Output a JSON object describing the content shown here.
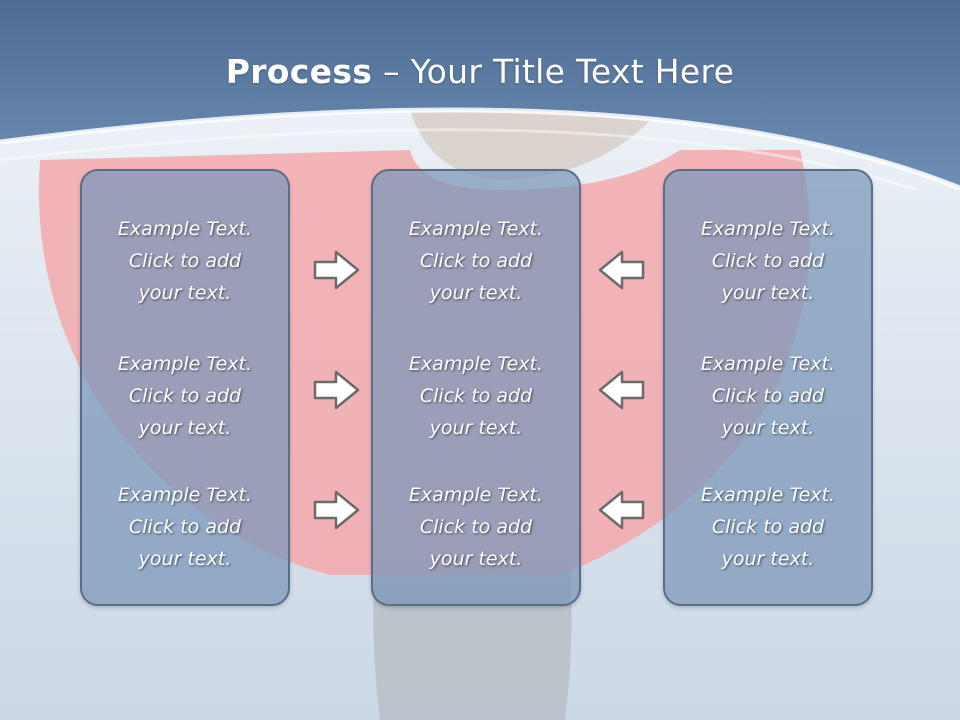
{
  "slide": {
    "title_bold": "Process",
    "title_rest": " – Your Title Text Here"
  },
  "columns": [
    {
      "items": [
        {
          "line1": "Example Text.",
          "line2": "Click  to add",
          "line3": "your text."
        },
        {
          "line1": "Example Text.",
          "line2": "Click  to add",
          "line3": "your text."
        },
        {
          "line1": "Example Text.",
          "line2": "Click  to add",
          "line3": "your text."
        }
      ]
    },
    {
      "items": [
        {
          "line1": "Example Text.",
          "line2": "Click  to add",
          "line3": "your text."
        },
        {
          "line1": "Example Text.",
          "line2": "Click  to add",
          "line3": "your text."
        },
        {
          "line1": "Example Text.",
          "line2": "Click  to add",
          "line3": "your text."
        }
      ]
    },
    {
      "items": [
        {
          "line1": "Example Text.",
          "line2": "Click  to add",
          "line3": "your text."
        },
        {
          "line1": "Example Text.",
          "line2": "Click  to add",
          "line3": "your text."
        },
        {
          "line1": "Example Text.",
          "line2": "Click  to add",
          "line3": "your text."
        }
      ]
    }
  ],
  "arrows": {
    "left_group": "arrow-right-icon",
    "right_group": "arrow-left-icon"
  },
  "colors": {
    "header": "#5a7aa3",
    "box_fill": "#7896b9",
    "box_border": "#5a6c88",
    "figure_red": "#f4a9ad"
  }
}
